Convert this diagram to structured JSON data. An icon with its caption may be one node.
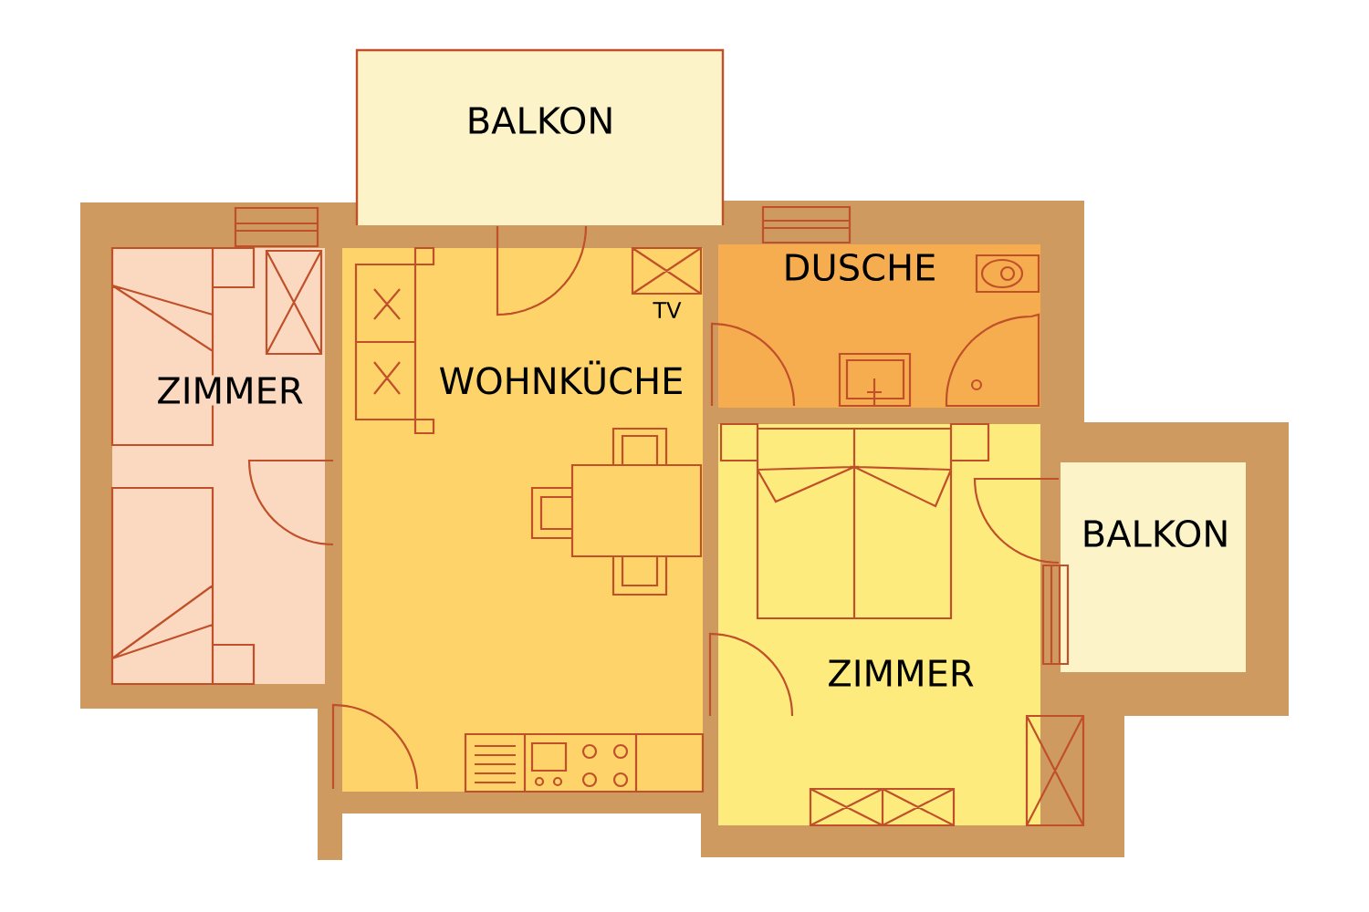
{
  "diagram": {
    "nodes": [
      {
        "text": [
          "BALKON"
        ]
      },
      {
        "text": [
          "DUSCHE"
        ]
      },
      {
        "text": [
          "ZIMMER"
        ]
      },
      {
        "text": [
          "WOHNKÜCHE"
        ]
      },
      {
        "text": [
          "BALKON"
        ]
      },
      {
        "text": [
          "ZIMMER"
        ]
      }
    ],
    "labels": [
      "TV"
    ]
  }
}
